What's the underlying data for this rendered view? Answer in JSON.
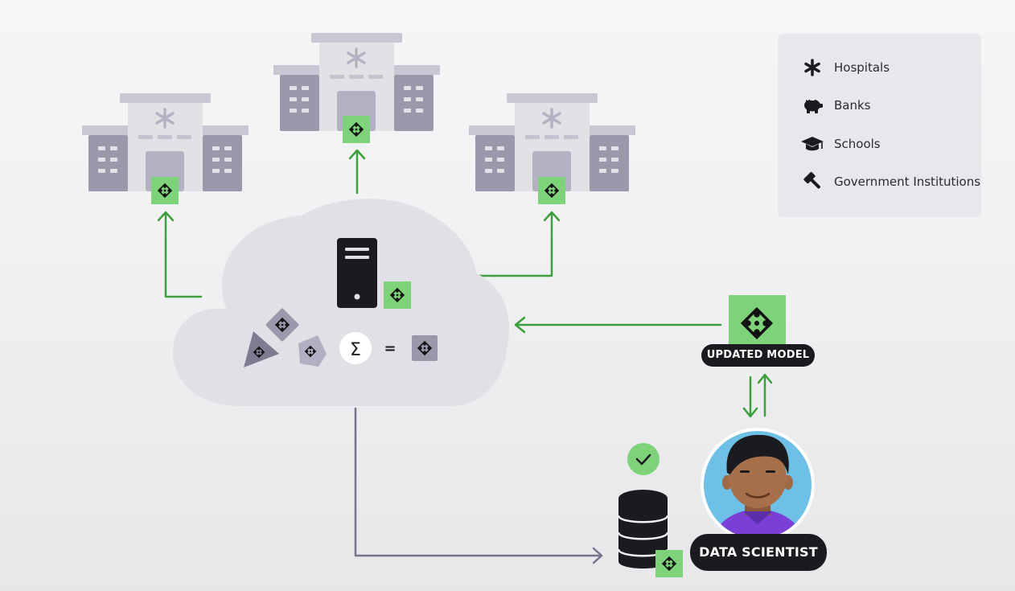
{
  "legend": {
    "items": [
      {
        "icon": "asterisk-icon",
        "label": "Hospitals"
      },
      {
        "icon": "piggy-bank-icon",
        "label": "Banks"
      },
      {
        "icon": "graduation-cap-icon",
        "label": "Schools"
      },
      {
        "icon": "gavel-icon",
        "label": "Government Institutions"
      }
    ]
  },
  "cloud": {
    "sum_symbol": "Σ",
    "equals_symbol": "="
  },
  "labels": {
    "updated_model": "UPDATED MODEL",
    "data_scientist": "DATA SCIENTIST"
  },
  "colors": {
    "green": "#7ed37a",
    "arrow_green": "#3c9f3c",
    "arrow_purple": "#77738d",
    "building_front": "#e2e1e6",
    "building_side": "#9b98ab",
    "cloud": "#e1e0e6",
    "dark": "#1b1b1f"
  }
}
